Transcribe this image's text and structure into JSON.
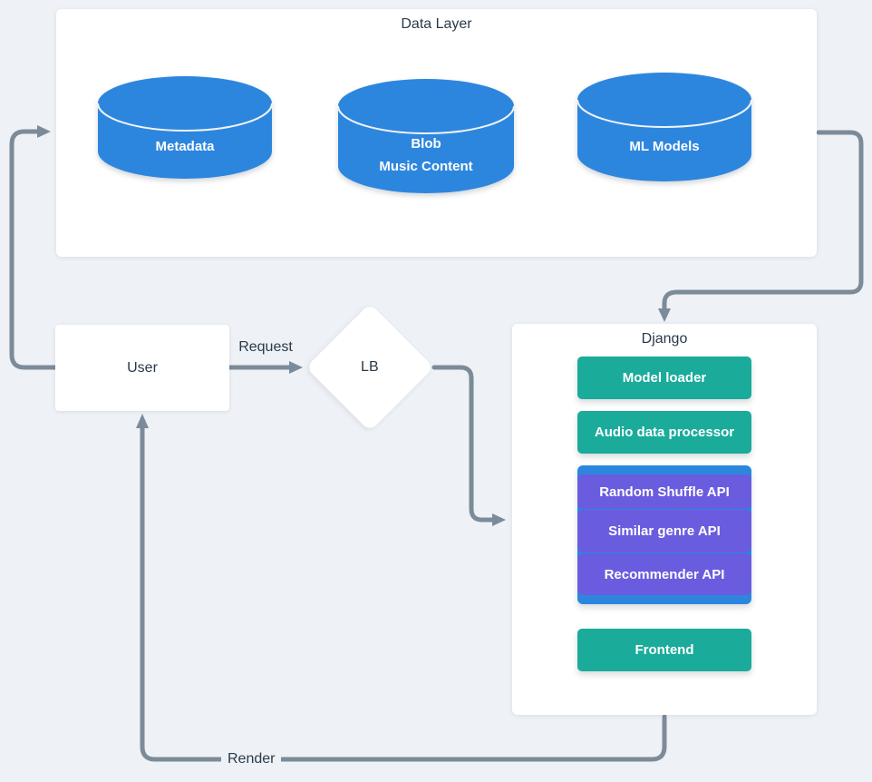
{
  "page": {
    "background": "#EEF1F5"
  },
  "colors": {
    "cylinder_blue": "#2D86DE",
    "teal_green": "#1AAB9B",
    "api_purple": "#6A5CDE",
    "stack_blue": "#2D86DE",
    "arrow_gray": "#7C8B99",
    "text_dark": "#2B3A4A",
    "node_white": "#FFFFFF"
  },
  "data_layer": {
    "title": "Data Layer",
    "cylinders": [
      {
        "line1": "Metadata",
        "line2": ""
      },
      {
        "line1": "Blob",
        "line2": "Music Content"
      },
      {
        "line1": "ML Models",
        "line2": ""
      }
    ]
  },
  "user": {
    "label": "User"
  },
  "lb": {
    "label": "LB"
  },
  "django": {
    "title": "Django",
    "components": [
      {
        "label": "Model loader"
      },
      {
        "label": "Audio data processor"
      }
    ],
    "api_stack": [
      {
        "label": "Random Shuffle API"
      },
      {
        "label": "Similar genre API"
      },
      {
        "label": "Recommender API"
      }
    ],
    "frontend": {
      "label": "Frontend"
    }
  },
  "edges": {
    "request_label": "Request",
    "render_label": "Render"
  }
}
